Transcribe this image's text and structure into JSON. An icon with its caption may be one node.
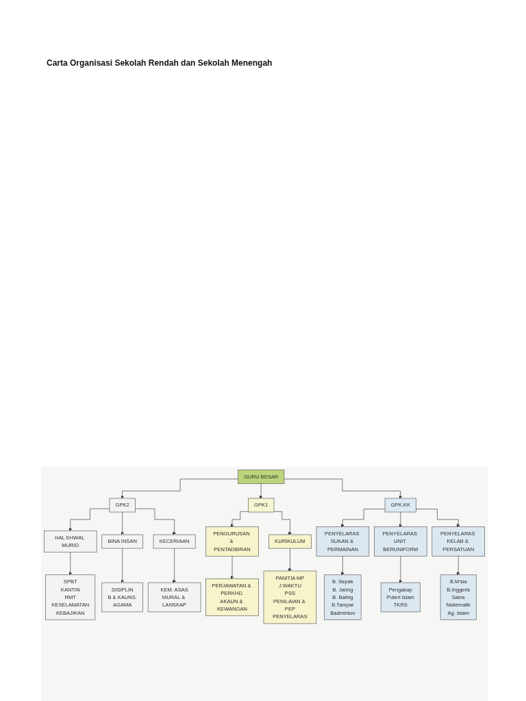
{
  "diagram": {
    "title": "Carta Organisasi Sekolah Rendah dan Sekolah Menengah",
    "nodes": [
      {
        "text": [
          "GURU BESAR"
        ]
      },
      {
        "text": [
          "GPK2"
        ]
      },
      {
        "text": [
          "GPK1"
        ]
      },
      {
        "text": [
          "GPK.KK"
        ]
      },
      {
        "text": [
          "HAL EHWAL MURID"
        ]
      },
      {
        "text": [
          "BINA INSAN"
        ]
      },
      {
        "text": [
          "KECERIAAN"
        ]
      },
      {
        "text": [
          "PENGURUSAN & PENTADBIRAN"
        ]
      },
      {
        "text": [
          "KURIKULUM"
        ]
      },
      {
        "text": [
          "PENYELARAS SUKAN & PERMAINAN"
        ]
      },
      {
        "text": [
          "PENYELARAS UNIT BERUNIFORM"
        ]
      },
      {
        "text": [
          "PENYELARAS KELAB & PERSATUAN"
        ]
      },
      {
        "text": [
          "SPBT",
          "KANTIN",
          "RMT",
          "KESELAMATAN",
          "KEBAJIKAN"
        ]
      },
      {
        "text": [
          "DISIPLIN",
          "B & KAUNS.",
          "AGAMA"
        ]
      },
      {
        "text": [
          "KEM. ASAS",
          "MURAL & LANSKAP"
        ]
      },
      {
        "text": [
          "PERJAWATAN & PERKHD.",
          "AKAUN & KEWANGAN"
        ]
      },
      {
        "text": [
          "PANITIA MP",
          "J.WAKTU",
          "PSS",
          "PENILAIAN & PEP",
          "PENYELARAS"
        ]
      },
      {
        "text": [
          "B. Sepak",
          "B. Jaring",
          "B. Baling",
          "B.Tampar",
          "Badminton"
        ]
      },
      {
        "text": [
          "Pengakap",
          "Puteri Islam",
          "TKRS"
        ]
      },
      {
        "text": [
          "B.M'sia",
          "B.Inggeris",
          "Sains",
          "Matematik",
          "Ag. Islam"
        ]
      }
    ],
    "edges": [
      {
        "from": 0,
        "to": 1,
        "arrow": "to"
      },
      {
        "from": 0,
        "to": 2,
        "arrow": "to"
      },
      {
        "from": 0,
        "to": 3,
        "arrow": "to"
      },
      {
        "from": 1,
        "to": 4,
        "arrow": "to"
      },
      {
        "from": 1,
        "to": 5,
        "arrow": "to"
      },
      {
        "from": 1,
        "to": 6,
        "arrow": "to"
      },
      {
        "from": 2,
        "to": 7,
        "arrow": "to"
      },
      {
        "from": 2,
        "to": 8,
        "arrow": "to"
      },
      {
        "from": 3,
        "to": 9,
        "arrow": "to"
      },
      {
        "from": 3,
        "to": 10,
        "arrow": "to"
      },
      {
        "from": 3,
        "to": 11,
        "arrow": "to"
      },
      {
        "from": 4,
        "to": 12,
        "arrow": "to"
      },
      {
        "from": 5,
        "to": 13,
        "arrow": "to"
      },
      {
        "from": 6,
        "to": 14,
        "arrow": "to"
      },
      {
        "from": 7,
        "to": 15,
        "arrow": "to"
      },
      {
        "from": 8,
        "to": 16,
        "arrow": "to"
      },
      {
        "from": 9,
        "to": 17,
        "arrow": "to"
      },
      {
        "from": 10,
        "to": 18,
        "arrow": "to"
      },
      {
        "from": 11,
        "to": 19,
        "arrow": "to"
      }
    ]
  }
}
